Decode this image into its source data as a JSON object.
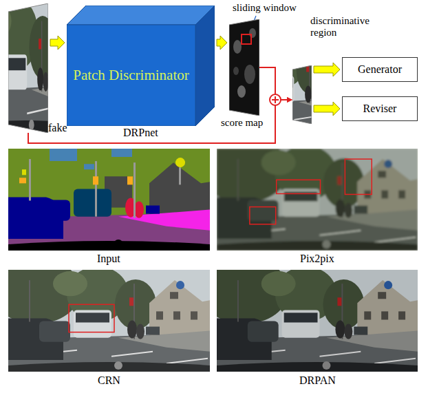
{
  "diagram": {
    "nodes": [
      {
        "text": [
          "fake"
        ]
      },
      {
        "text": [
          "Patch Discriminator"
        ]
      },
      {
        "text": [
          "score map"
        ]
      },
      {
        "text": [
          "discriminative region"
        ]
      },
      {
        "text": [
          "Generator"
        ]
      },
      {
        "text": [
          "Reviser"
        ]
      }
    ],
    "edges": [
      {
        "from": 0,
        "to": 1,
        "arrow": "to"
      },
      {
        "from": 1,
        "to": 2,
        "arrow": "to"
      },
      {
        "from": 2,
        "to": 3,
        "arrow": "to"
      },
      {
        "from": 0,
        "to": 3,
        "arrow": "to"
      },
      {
        "from": 3,
        "to": 4,
        "arrow": "to"
      },
      {
        "from": 3,
        "to": 5,
        "arrow": "to"
      }
    ],
    "labels": [
      "sliding window",
      "DRPnet",
      "Input",
      "Pix2pix",
      "CRN",
      "DRPAN"
    ]
  }
}
